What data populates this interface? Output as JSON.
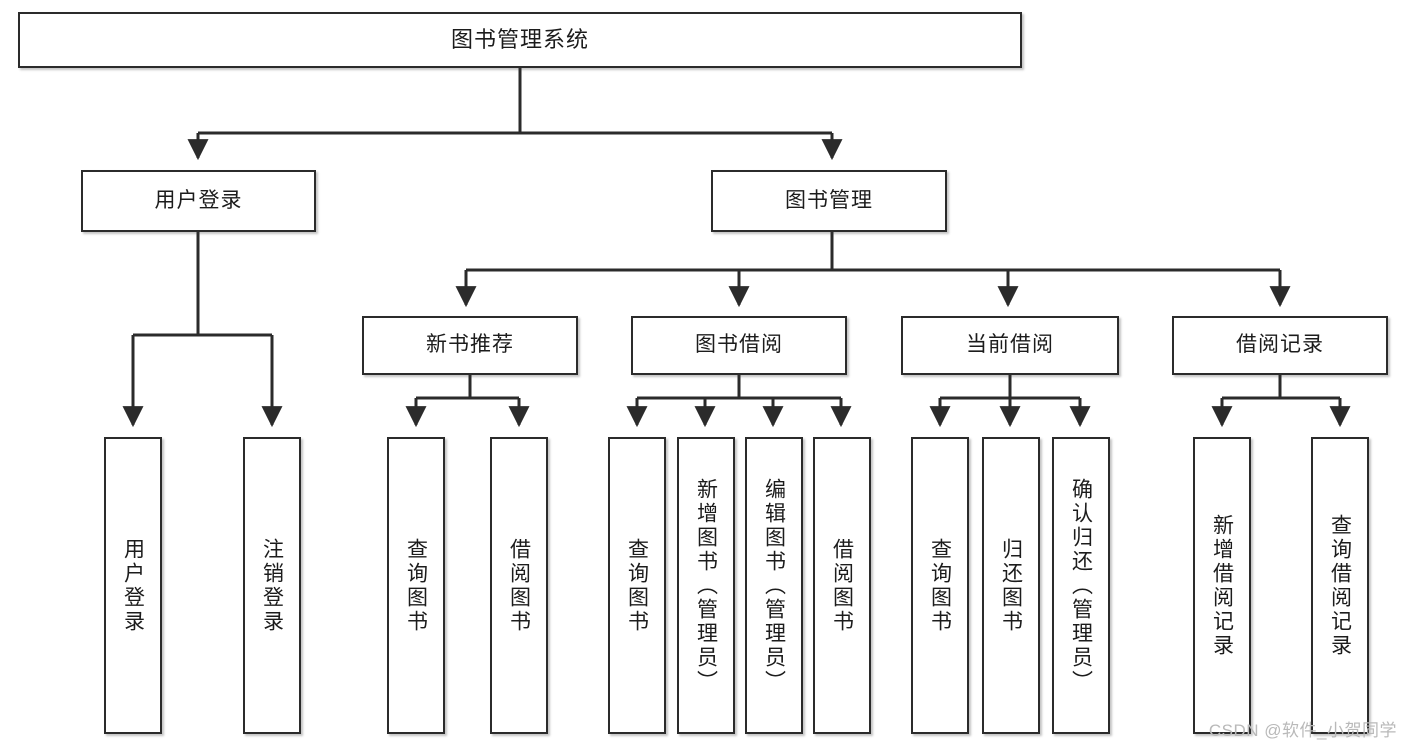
{
  "diagram": {
    "title": "图书管理系统",
    "type": "tree-hierarchy",
    "watermark": "CSDN @软件_小贺同学",
    "colors": {
      "box_border": "#2b2b2b",
      "box_fill": "#ffffff",
      "connector": "#2b2b2b",
      "text": "#1c1c1c",
      "watermark": "#b9b9b9"
    },
    "root": {
      "id": "root",
      "label": "图书管理系统"
    },
    "level1": [
      {
        "id": "user-login",
        "label": "用户登录"
      },
      {
        "id": "book-manage",
        "label": "图书管理"
      }
    ],
    "level2": [
      {
        "id": "new-book-recommend",
        "label": "新书推荐"
      },
      {
        "id": "book-borrow",
        "label": "图书借阅"
      },
      {
        "id": "current-borrow",
        "label": "当前借阅"
      },
      {
        "id": "borrow-record",
        "label": "借阅记录"
      }
    ],
    "leaves": {
      "user_login": [
        {
          "id": "leaf-user-login",
          "label": "用户登录"
        },
        {
          "id": "leaf-logout-login",
          "label": "注销登录"
        }
      ],
      "new_book_recommend": [
        {
          "id": "leaf-query-book-1",
          "label": "查询图书"
        },
        {
          "id": "leaf-borrow-book-1",
          "label": "借阅图书"
        }
      ],
      "book_borrow": [
        {
          "id": "leaf-query-book-2",
          "label": "查询图书"
        },
        {
          "id": "leaf-add-book",
          "label": "新增图书（管理员）"
        },
        {
          "id": "leaf-edit-book",
          "label": "编辑图书（管理员）"
        },
        {
          "id": "leaf-borrow-book-2",
          "label": "借阅图书"
        }
      ],
      "current_borrow": [
        {
          "id": "leaf-query-book-3",
          "label": "查询图书"
        },
        {
          "id": "leaf-return-book",
          "label": "归还图书"
        },
        {
          "id": "leaf-confirm-return",
          "label": "确认归还（管理员）"
        }
      ],
      "borrow_record": [
        {
          "id": "leaf-add-record",
          "label": "新增借阅记录"
        },
        {
          "id": "leaf-query-record",
          "label": "查询借阅记录"
        }
      ]
    }
  }
}
